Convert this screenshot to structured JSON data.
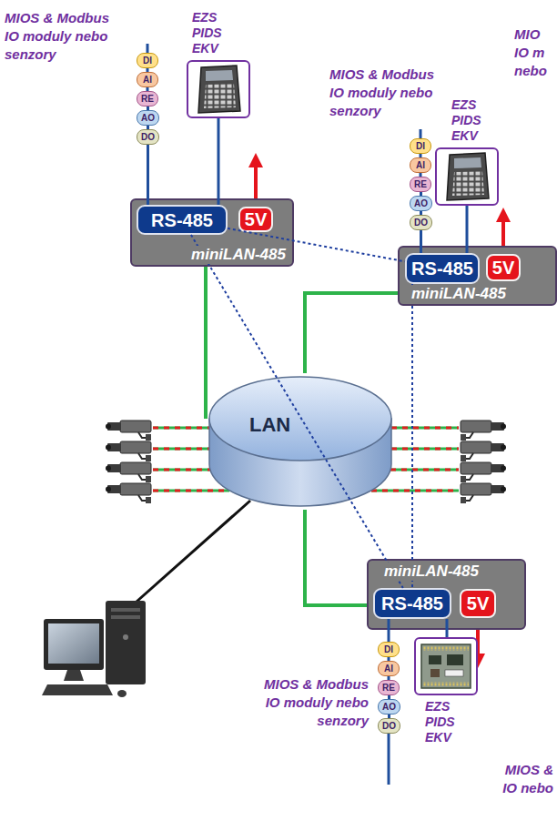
{
  "diagram": {
    "nodes": [
      {
        "text": [
          "DI"
        ]
      },
      {
        "text": [
          "AI"
        ]
      },
      {
        "text": [
          "RE"
        ]
      },
      {
        "text": [
          "AO"
        ]
      },
      {
        "text": [
          "DO"
        ]
      },
      {
        "text": [
          "EZS PIDS EKV"
        ]
      },
      {
        "text": [
          "miniLAN-485"
        ]
      },
      {
        "text": [
          "RS-485"
        ],
        "in": 6
      },
      {
        "text": [
          "5V"
        ],
        "in": 6
      },
      {
        "text": [
          "DI"
        ]
      },
      {
        "text": [
          "AI"
        ]
      },
      {
        "text": [
          "RE"
        ]
      },
      {
        "text": [
          "AO"
        ]
      },
      {
        "text": [
          "DO"
        ]
      },
      {
        "text": [
          "EZS PIDS EKV"
        ]
      },
      {
        "text": [
          "miniLAN-485"
        ]
      },
      {
        "text": [
          "RS-485"
        ],
        "in": 15
      },
      {
        "text": [
          "5V"
        ],
        "in": 15
      },
      {
        "text": [
          "LAN"
        ]
      },
      {
        "text": [
          "miniLAN-485"
        ]
      },
      {
        "text": [
          "RS-485"
        ],
        "in": 19
      },
      {
        "text": [
          "5V"
        ],
        "in": 19
      },
      {
        "text": [
          "DI"
        ]
      },
      {
        "text": [
          "AI"
        ]
      },
      {
        "text": [
          "RE"
        ]
      },
      {
        "text": [
          "AO"
        ]
      },
      {
        "text": [
          "DO"
        ]
      },
      {
        "text": [
          "EZS PIDS EKV"
        ]
      }
    ],
    "edges": [
      {
        "from": 0,
        "to": 1,
        "arrow": "none"
      },
      {
        "from": 1,
        "to": 2,
        "arrow": "none"
      },
      {
        "from": 2,
        "to": 3,
        "arrow": "none"
      },
      {
        "from": 3,
        "to": 4,
        "arrow": "none"
      },
      {
        "from": 7,
        "to": 4,
        "arrow": "none"
      },
      {
        "from": 7,
        "to": 5,
        "arrow": "none"
      },
      {
        "from": 9,
        "to": 10,
        "arrow": "none"
      },
      {
        "from": 10,
        "to": 11,
        "arrow": "none"
      },
      {
        "from": 11,
        "to": 12,
        "arrow": "none"
      },
      {
        "from": 12,
        "to": 13,
        "arrow": "none"
      },
      {
        "from": 16,
        "to": 13,
        "arrow": "none"
      },
      {
        "from": 16,
        "to": 14,
        "arrow": "none"
      },
      {
        "from": 22,
        "to": 23,
        "arrow": "none"
      },
      {
        "from": 23,
        "to": 24,
        "arrow": "none"
      },
      {
        "from": 24,
        "to": 25,
        "arrow": "none"
      },
      {
        "from": 25,
        "to": 26,
        "arrow": "none"
      },
      {
        "from": 20,
        "to": 22,
        "arrow": "none"
      },
      {
        "from": 20,
        "to": 27,
        "arrow": "none"
      },
      {
        "from": 6,
        "to": 18,
        "arrow": "none"
      },
      {
        "from": 15,
        "to": 18,
        "arrow": "none"
      },
      {
        "from": 19,
        "to": 18,
        "arrow": "none"
      },
      {
        "from": 7,
        "to": 16,
        "arrow": "none"
      },
      {
        "from": 7,
        "to": 20,
        "arrow": "none"
      },
      {
        "from": 16,
        "to": 20,
        "arrow": "none"
      }
    ],
    "labels": [
      "MIOS & Modbus IO moduly nebo senzory",
      "MIOS & Modbus IO moduly nebo senzory",
      "MIOS & Modbus IO moduly nebo senzory",
      "MIO IO m nebo",
      "MIOS & IO nebo"
    ]
  }
}
